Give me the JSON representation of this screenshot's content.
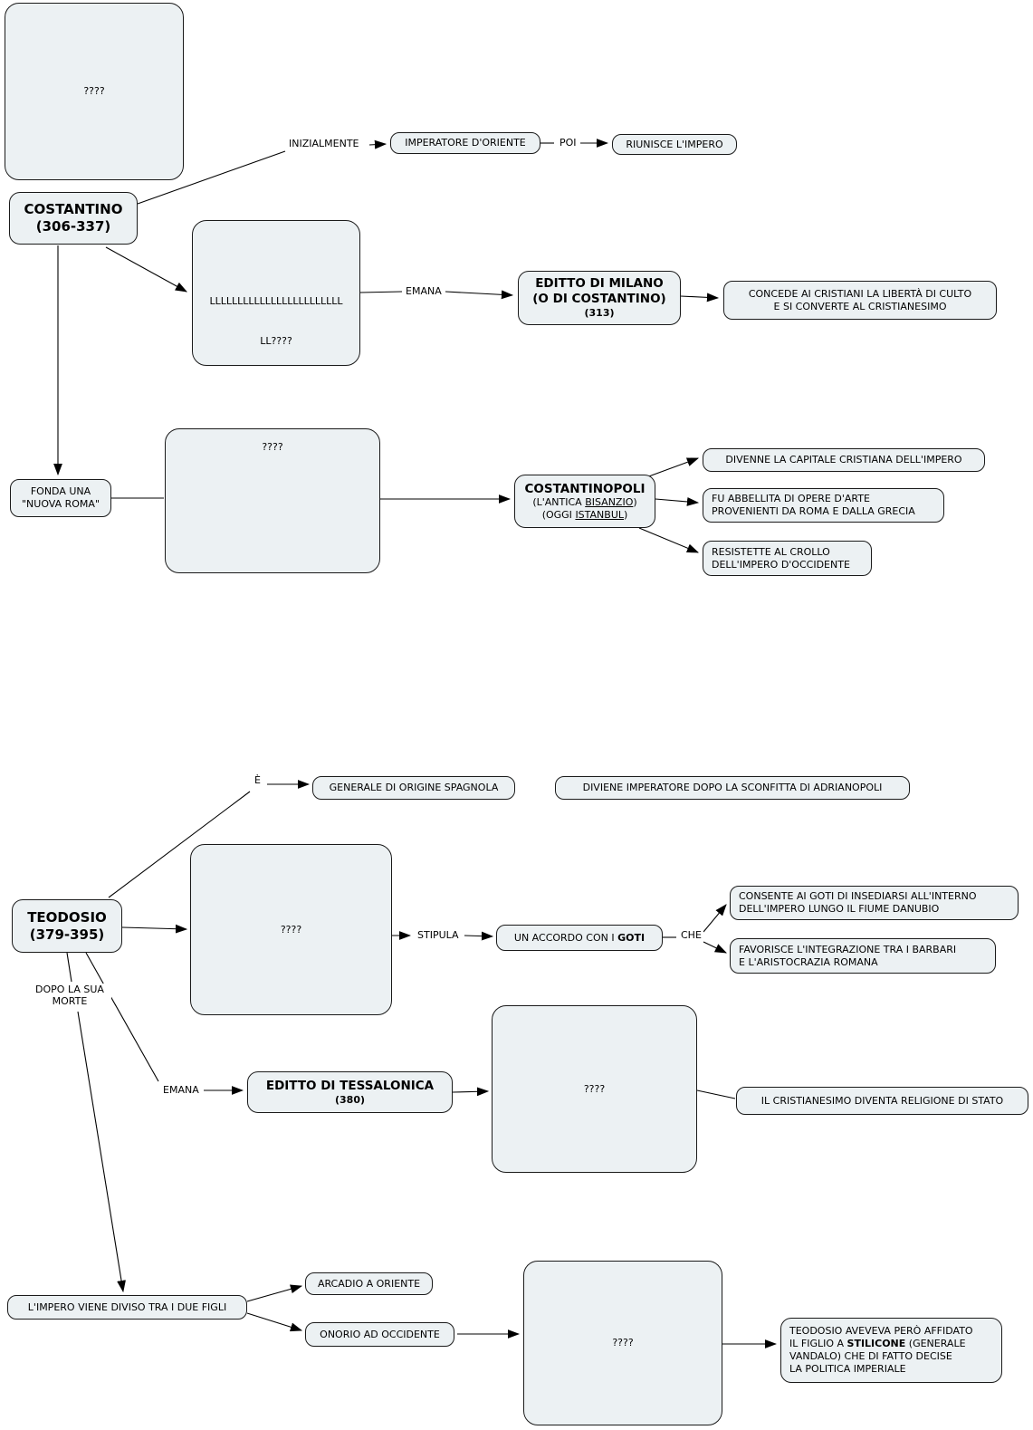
{
  "colors": {
    "background": "#ffffff",
    "node_fill": "#ecf1f3",
    "node_border": "#1a1a1a",
    "line": "#000000"
  },
  "nodes": {
    "q1": {
      "text": "????"
    },
    "costantino": {
      "line1": "COSTANTINO",
      "line2": "(306-337)"
    },
    "imperatore_oriente": {
      "text": "IMPERATORE D'ORIENTE"
    },
    "riunisce": {
      "text": "RIUNISCE L'IMPERO"
    },
    "placeholder_l": {
      "line1": "LLLLLLLLLLLLLLLLLLLLLLLL",
      "line2": "LL????"
    },
    "editto_milano": {
      "line1": "EDITTO DI MILANO",
      "line2": "(O DI COSTANTINO)",
      "line3": "(313)"
    },
    "concede": {
      "line1": "CONCEDE AI CRISTIANI LA LIBERTÀ DI CULTO",
      "line2": "E SI CONVERTE AL CRISTIANESIMO"
    },
    "fonda": {
      "line1": "FONDA UNA",
      "line2": "\"NUOVA ROMA\""
    },
    "q2": {
      "text": "????"
    },
    "costantinopoli": {
      "title": "COSTANTINOPOLI",
      "line2_pre": "(L'ANTICA ",
      "line2_u": "BISANZIO",
      "line2_post": ")",
      "line3_pre": "(OGGI ",
      "line3_u": "ISTANBUL",
      "line3_post": ")"
    },
    "divenne": {
      "text": "DIVENNE LA CAPITALE CRISTIANA DELL'IMPERO"
    },
    "fu_abbellita": {
      "line1": "FU ABBELLITA DI OPERE D'ARTE",
      "line2": "PROVENIENTI DA ROMA E DALLA GRECIA"
    },
    "resistette": {
      "line1": "RESISTETTE AL CROLLO",
      "line2": "DELL'IMPERO D'OCCIDENTE"
    },
    "generale": {
      "text": "GENERALE DI ORIGINE SPAGNOLA"
    },
    "diviene": {
      "text": "DIVIENE IMPERATORE DOPO LA SCONFITTA DI ADRIANOPOLI"
    },
    "teodosio": {
      "line1": "TEODOSIO",
      "line2": "(379-395)"
    },
    "q3": {
      "text": "????"
    },
    "accordo": {
      "pre": "UN ACCORDO CON I ",
      "bold": "GOTI"
    },
    "consente": {
      "line1": "CONSENTE AI GOTI DI INSEDIARSI ALL'INTERNO",
      "line2": "DELL'IMPERO LUNGO IL FIUME DANUBIO"
    },
    "favorisce": {
      "line1": "FAVORISCE L'INTEGRAZIONE TRA I BARBARI",
      "line2": "E L'ARISTOCRAZIA ROMANA"
    },
    "editto_tessalonica": {
      "line1": "EDITTO DI TESSALONICA",
      "line2": "(380)"
    },
    "q4": {
      "text": "????"
    },
    "cristianesimo": {
      "text": "IL CRISTIANESIMO DIVENTA RELIGIONE DI STATO"
    },
    "impero_diviso": {
      "text": "L'IMPERO VIENE DIVISO TRA I DUE FIGLI"
    },
    "arcadio": {
      "text": "ARCADIO A ORIENTE"
    },
    "onorio": {
      "text": "ONORIO AD OCCIDENTE"
    },
    "q5": {
      "text": "????"
    },
    "stilicone": {
      "line1": "TEODOSIO AVEVEVA PERÒ AFFIDATO",
      "line2_pre": "IL FIGLIO A ",
      "line2_bold": "STILICONE",
      "line2_post": " (GENERALE",
      "line3": "VANDALO) CHE DI FATTO DECISE",
      "line4": "LA POLITICA IMPERIALE"
    }
  },
  "link_labels": {
    "inizialmente": "INIZIALMENTE",
    "poi": "POI",
    "emana1": "EMANA",
    "e": "È",
    "stipula": "STIPULA",
    "che": "CHE",
    "dopo_line1": "DOPO LA SUA",
    "dopo_line2": "MORTE",
    "emana2": "EMANA"
  }
}
